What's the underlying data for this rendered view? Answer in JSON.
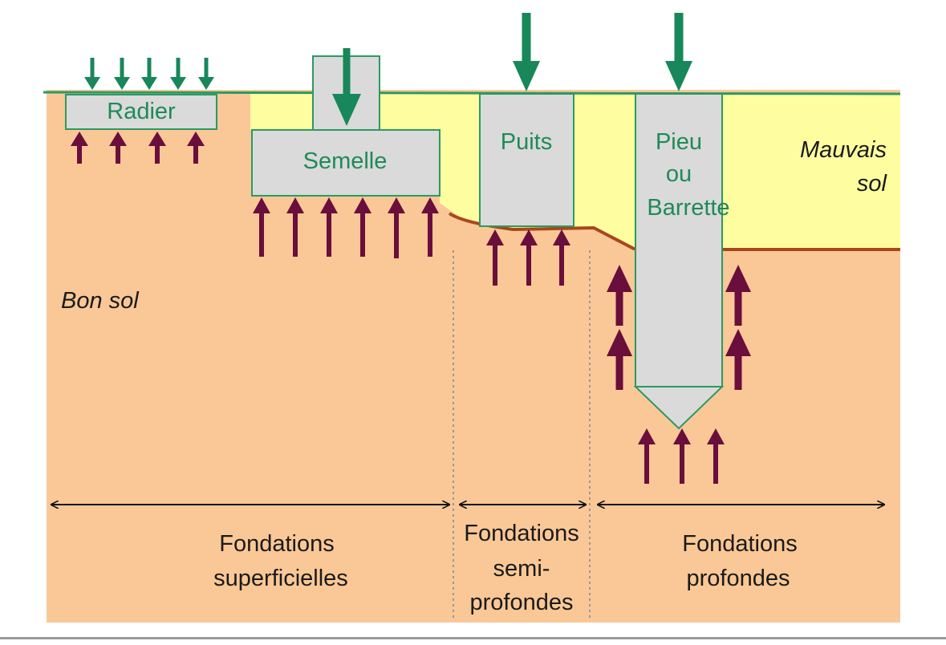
{
  "labels": {
    "radier": "Radier",
    "semelle": "Semelle",
    "puits": "Puits",
    "pieu": [
      "Pieu",
      "ou",
      "Barrette"
    ],
    "mauvais_sol": [
      "Mauvais",
      "sol"
    ],
    "bon_sol": "Bon sol"
  },
  "categories": {
    "superficielles": [
      "Fondations",
      "superficielles"
    ],
    "semi_profondes": [
      "Fondations",
      "semi-",
      "profondes"
    ],
    "profondes": [
      "Fondations",
      "profondes"
    ]
  },
  "colors": {
    "good_soil": "#fac896",
    "bad_soil": "#fefea0",
    "foundation_fill": "#dadada",
    "foundation_stroke": "#2a9a64",
    "label_green": "#1f8a58",
    "load_arrow": "#18875a",
    "reaction_arrow": "#6a0e3c",
    "soil_boundary": "#a8471e",
    "ground_line": "#2a9a64"
  }
}
